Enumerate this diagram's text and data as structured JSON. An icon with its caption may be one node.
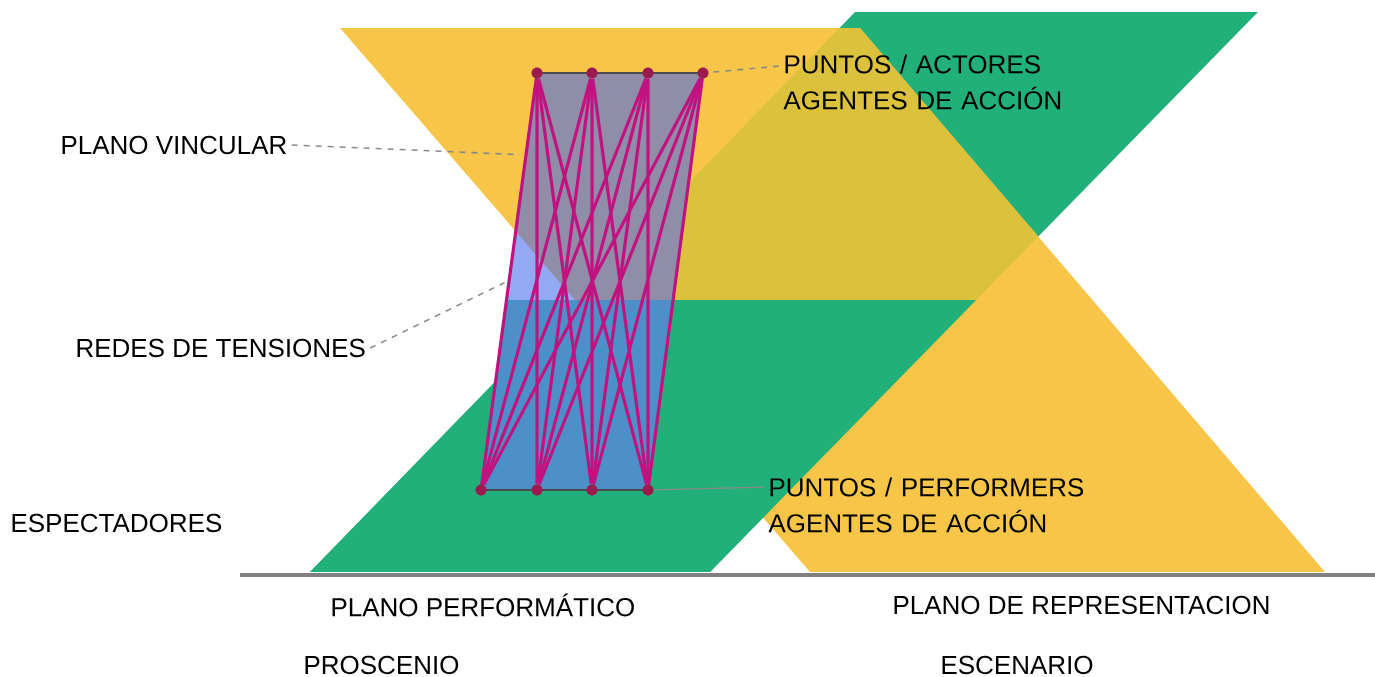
{
  "diagram": {
    "nodes": [
      {
        "text": [],
        "shape": "parallelogram"
      },
      {
        "text": [],
        "shape": "circle",
        "in": 0
      },
      {
        "text": [],
        "shape": "circle",
        "in": 0
      },
      {
        "text": [],
        "shape": "circle",
        "in": 0
      },
      {
        "text": [],
        "shape": "circle",
        "in": 0
      },
      {
        "text": [
          "PUNTOS / ACTORES AGENTES DE ACCIÓN"
        ]
      },
      {
        "text": [
          "PLANO VINCULAR"
        ]
      },
      {
        "text": [
          "REDES DE TENSIONES"
        ]
      },
      {
        "text": [],
        "shape": "circle",
        "in": 0
      },
      {
        "text": [],
        "shape": "circle",
        "in": 0
      },
      {
        "text": [],
        "shape": "circle",
        "in": 0
      },
      {
        "text": [],
        "shape": "circle",
        "in": 0
      },
      {
        "text": [
          "PUNTOS / PERFORMERS AGENTES DE ACCIÓN"
        ]
      }
    ],
    "edges": [
      {
        "from": 1,
        "to": 8,
        "arrow": "none"
      },
      {
        "from": 1,
        "to": 9,
        "arrow": "none"
      },
      {
        "from": 1,
        "to": 10,
        "arrow": "none"
      },
      {
        "from": 1,
        "to": 11,
        "arrow": "none"
      },
      {
        "from": 2,
        "to": 8,
        "arrow": "none"
      },
      {
        "from": 2,
        "to": 9,
        "arrow": "none"
      },
      {
        "from": 2,
        "to": 10,
        "arrow": "none"
      },
      {
        "from": 2,
        "to": 11,
        "arrow": "none"
      },
      {
        "from": 3,
        "to": 8,
        "arrow": "none"
      },
      {
        "from": 3,
        "to": 9,
        "arrow": "none"
      },
      {
        "from": 3,
        "to": 10,
        "arrow": "none"
      },
      {
        "from": 3,
        "to": 11,
        "arrow": "none"
      },
      {
        "from": 4,
        "to": 8,
        "arrow": "none"
      },
      {
        "from": 4,
        "to": 9,
        "arrow": "none"
      },
      {
        "from": 4,
        "to": 10,
        "arrow": "none"
      },
      {
        "from": 4,
        "to": 11,
        "arrow": "none"
      },
      {
        "from": 5,
        "to": 4,
        "arrow": "none",
        "style": "dashed",
        "color": "#8a8a8a"
      },
      {
        "from": 6,
        "to": 0,
        "arrow": "none",
        "style": "dashed",
        "color": "#8a8a8a"
      },
      {
        "from": 7,
        "to": 0,
        "arrow": "none",
        "style": "dashed",
        "color": "#8a8a8a"
      },
      {
        "from": 12,
        "to": 11,
        "arrow": "none",
        "color": "#8a8a8a"
      }
    ],
    "labels": [
      "ESPECTADORES",
      "PLANO PERFORMÁTICO",
      "PLANO DE REPRESENTACION",
      "PROSCENIO",
      "ESCENARIO"
    ]
  }
}
